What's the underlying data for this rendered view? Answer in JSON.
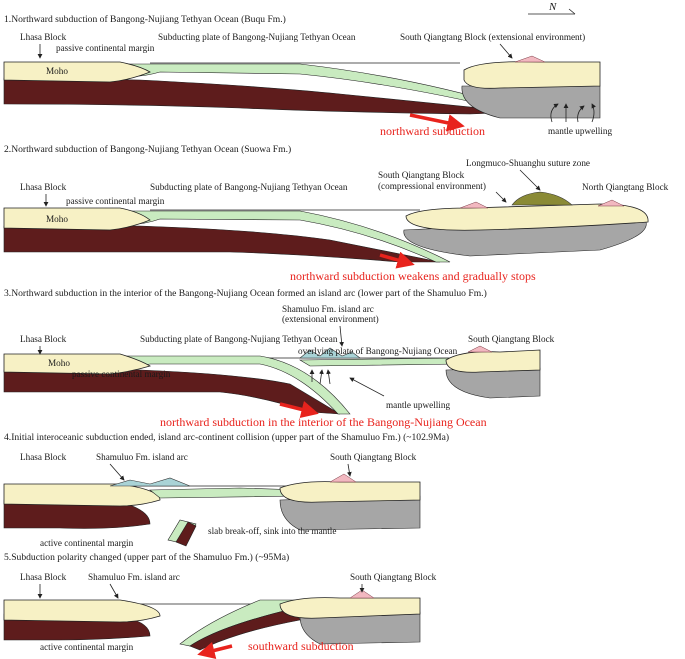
{
  "north_label": "N",
  "panels": [
    {
      "title": "1.Northward subduction of Bangong-Nujiang Tethyan Ocean (Buqu Fm.)",
      "labels": {
        "lhasa": "Lhasa Block",
        "margin": "passive continental margin",
        "plate": "Subducting plate of Bangong-Nujiang Tethyan Ocean",
        "qiangtang": "South Qiangtang Block (extensional environment)",
        "moho": "Moho",
        "upwelling": "mantle upwelling"
      },
      "red_label": "northward subduction"
    },
    {
      "title": "2.Northward subduction of Bangong-Nujiang Tethyan Ocean (Suowa Fm.)",
      "labels": {
        "lhasa": "Lhasa Block",
        "margin": "passive continental margin",
        "plate": "Subducting plate of Bangong-Nujiang Tethyan Ocean",
        "qiangtang_a": "South Qiangtang Block",
        "qiangtang_b": "(compressional environment)",
        "suture": "Longmuco-Shuanghu suture zone",
        "north_qiangtang": "North Qiangtang Block",
        "moho": "Moho"
      },
      "red_label": "northward subduction weakens and gradually stops"
    },
    {
      "title": "3.Northward subduction in the interior of the Bangong-Nujiang Ocean formed an island arc (lower part of the Shamuluo Fm.)",
      "labels": {
        "lhasa": "Lhasa Block",
        "plate": "Subducting plate of Bangong-Nujiang Tethyan Ocean",
        "arc_a": "Shamuluo Fm. island arc",
        "arc_b": "(extensional environment)",
        "overlying": "overlying plate of Bangong-Nujiang Ocean",
        "qiangtang": "South Qiangtang Block",
        "margin": "passive continental margin",
        "moho": "Moho",
        "upwelling": "mantle upwelling"
      },
      "red_label": "northward subduction in the interior of the Bangong-Nujiang Ocean"
    },
    {
      "title": "4.Initial interoceanic subduction ended, island arc-continent collision (upper part of the Shamuluo Fm.) (~102.9Ma)",
      "labels": {
        "lhasa": "Lhasa Block",
        "arc": "Shamuluo Fm. island arc",
        "qiangtang": "South Qiangtang Block",
        "margin": "active continental margin",
        "breakoff": "slab break-off, sink into the mantle"
      }
    },
    {
      "title": "5.Subduction polarity changed (upper part of the Shamuluo Fm.) (~95Ma)",
      "labels": {
        "lhasa": "Lhasa Block",
        "arc": "Shamuluo Fm. island arc",
        "qiangtang": "South Qiangtang Block",
        "margin": "active continental margin"
      },
      "red_label": "southward subduction"
    }
  ],
  "colors": {
    "crust": "#f7f1c5",
    "lithospheric_mantle": "#5e1c1c",
    "oceanic_crust": "#c9ebc0",
    "qiangtang_mantle": "#a6a6a6",
    "arc": "#a9d3d6",
    "suture": "#8a8a35",
    "accent_red": "#e8231d"
  }
}
